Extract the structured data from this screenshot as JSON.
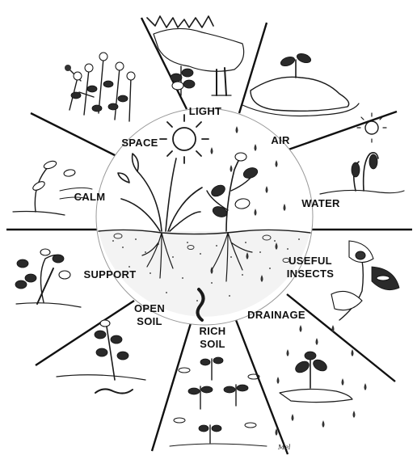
{
  "diagram": {
    "labels": {
      "light": "LIGHT",
      "air": "AIR",
      "water": "WATER",
      "useful_insects": [
        "USEFUL",
        "INSECTS"
      ],
      "drainage": "DRAINAGE",
      "rich_soil": [
        "RICH",
        "SOIL"
      ],
      "open_soil": [
        "OPEN",
        "SOIL"
      ],
      "support": "SUPPORT",
      "calm": "CALM",
      "space": "SPACE"
    },
    "signature": "Mel"
  }
}
